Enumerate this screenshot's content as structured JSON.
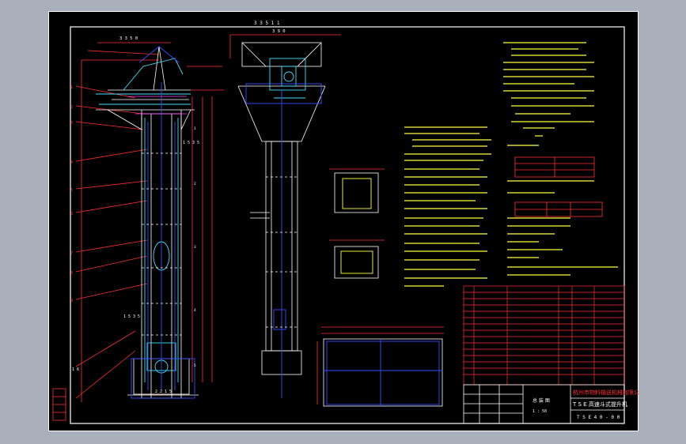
{
  "drawing": {
    "top_dim": "3 3 5 1 1",
    "elevation_dim_tl": "3 3 5 0",
    "elevation_dim_tr": "3 9 0",
    "flange_label": "1 5 3 5",
    "label_16": "1 6",
    "label_lower": "1 5 3 5",
    "bottom_dim": "2 2 1 5"
  },
  "title_block": {
    "company": "杭州市物料输送机械有限公司",
    "product": "T S E 高速斗式提升机",
    "drawing_no": "T S E 4 0 - 0 0",
    "drawing_title": "总 装 图",
    "scale": "1 : 50"
  },
  "colors": {
    "background": "#000000",
    "frame": "#ffffff",
    "red": "#ff3030",
    "cyan": "#40e0ff",
    "blue": "#3050ff",
    "yellow": "#ffff40",
    "white": "#ffffff",
    "magenta": "#ff40ff"
  }
}
